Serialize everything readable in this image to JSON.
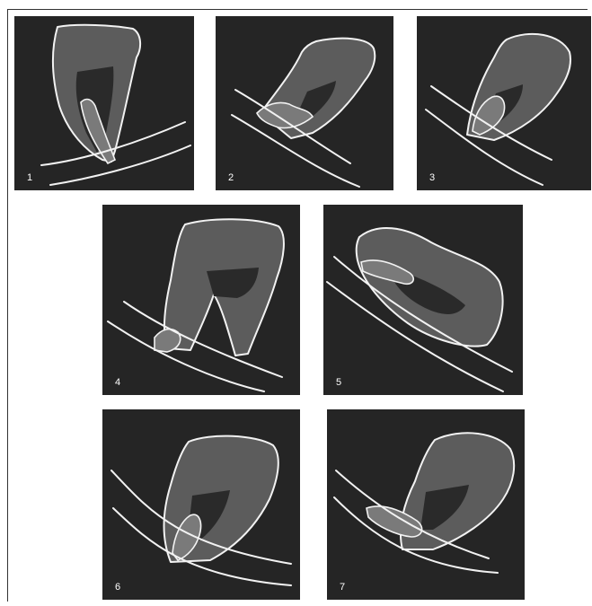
{
  "figure": {
    "panels": [
      {
        "label": "1",
        "depicts": "tooth-vertical"
      },
      {
        "label": "2",
        "depicts": "tooth-mesioangular"
      },
      {
        "label": "3",
        "depicts": "tooth-mesioangular"
      },
      {
        "label": "4",
        "depicts": "tooth-vertical-two-roots"
      },
      {
        "label": "5",
        "depicts": "tooth-horizontal"
      },
      {
        "label": "6",
        "depicts": "tooth-vertical-deep"
      },
      {
        "label": "7",
        "depicts": "tooth-mesioangular-deep"
      }
    ]
  },
  "colors": {
    "panel_background": "#252525",
    "tooth_fill": "#5c5c5c",
    "pulp_fill": "#2a2a2a",
    "outline": "#f2f2f2",
    "page_background": "#ffffff"
  }
}
